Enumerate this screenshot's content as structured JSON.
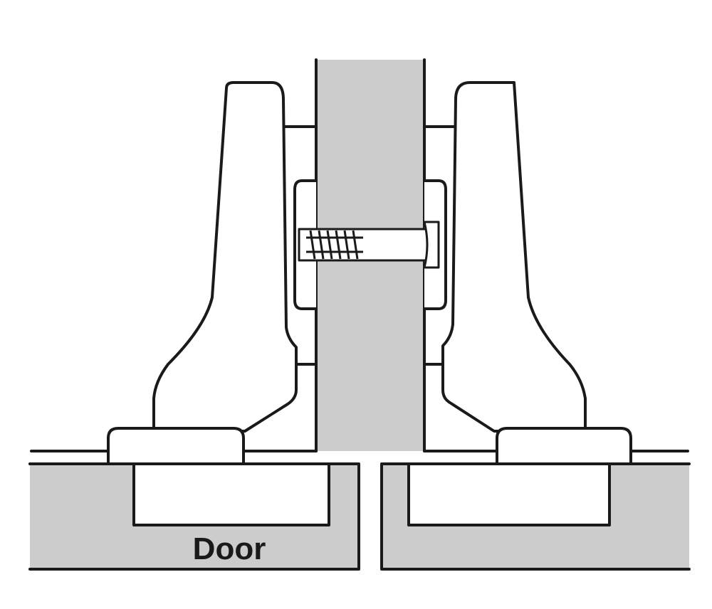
{
  "diagram": {
    "door_label": "Door",
    "colors": {
      "line": "#1a1a1a",
      "panel_fill": "#cccccc",
      "background": "#ffffff"
    },
    "parts": [
      "cabinet-partition",
      "left-hinge-cup-arm",
      "right-hinge-cup-arm",
      "connecting-screw",
      "left-door",
      "right-door"
    ]
  }
}
